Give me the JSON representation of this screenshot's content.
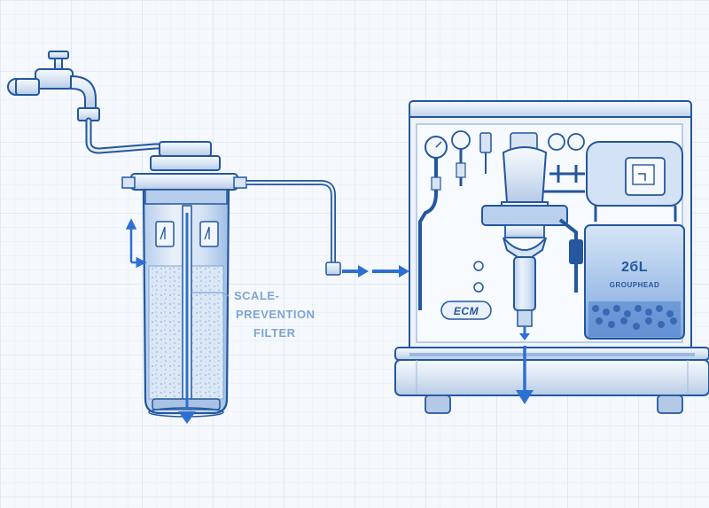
{
  "labels": {
    "filter_line1": "SCALE-",
    "filter_line2": "PREVENTION",
    "filter_line3": "FILTER",
    "tank_capacity": "2бL",
    "tank_label": "GROUPHEAD",
    "brand_badge": "ECM"
  },
  "colors": {
    "background": "#f5f8fc",
    "grid": "#dde6f1",
    "ink": "#23579e",
    "ink_light": "#7ea4d4",
    "fill_light": "#c9dbf0",
    "fill_mid": "#8fb3df",
    "arrow": "#2e6fd4",
    "water": "#6f9ee0",
    "steel": "#e3ebf5"
  },
  "icons": {
    "faucet": "faucet-icon",
    "flow": "flow-arrow-icon",
    "gauge": "pressure-gauge-icon"
  }
}
